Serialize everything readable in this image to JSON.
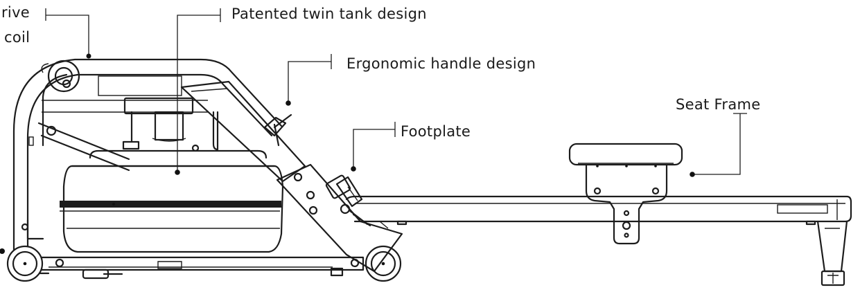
{
  "callouts": {
    "drive_line1": "rive",
    "drive_line2": "coil",
    "tank": "Patented twin tank design",
    "handle": "Ergonomic handle design",
    "footplate": "Footplate",
    "seat": "Seat Frame"
  },
  "colors": {
    "line": "#1c1c1c",
    "background": "#ffffff"
  }
}
